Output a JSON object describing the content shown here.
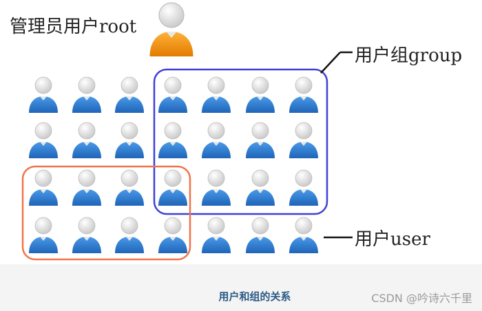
{
  "diagram": {
    "admin_label": "管理员用户root",
    "group_label": "用户组group",
    "user_label": "用户user",
    "rows": 4,
    "cols": 7,
    "colors": {
      "user_body": "#2f7fd6",
      "user_body_shade": "#1f5fae",
      "admin_body": "#f39c12",
      "admin_body_shade": "#d97a05",
      "head": "#e6e6e6",
      "group_box": "#3f3fd9",
      "user_box": "#f07448",
      "connector": "#111111"
    }
  },
  "footer": {
    "caption": "用户和组的关系",
    "watermark": "CSDN @吟诗六千里"
  }
}
